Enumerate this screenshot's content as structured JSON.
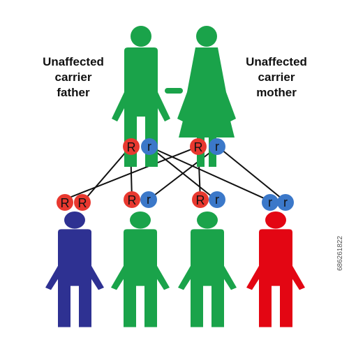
{
  "parents": {
    "father": {
      "label_lines": [
        "Unaffected",
        "carrier",
        "father"
      ],
      "color": "#1aa34a",
      "alleles": [
        "R",
        "r"
      ]
    },
    "mother": {
      "label_lines": [
        "Unaffected",
        "carrier",
        "mother"
      ],
      "color": "#1aa34a",
      "alleles": [
        "R",
        "r"
      ]
    }
  },
  "children": [
    {
      "genotype": [
        "R",
        "R"
      ],
      "color": "#2e3192"
    },
    {
      "genotype": [
        "R",
        "r"
      ],
      "color": "#1aa34a"
    },
    {
      "genotype": [
        "R",
        "r"
      ],
      "color": "#1aa34a"
    },
    {
      "genotype": [
        "r",
        "r"
      ],
      "color": "#e30613"
    }
  ],
  "allele_colors": {
    "R": "#e8382f",
    "r": "#3b78c9"
  },
  "watermark": "686261822"
}
